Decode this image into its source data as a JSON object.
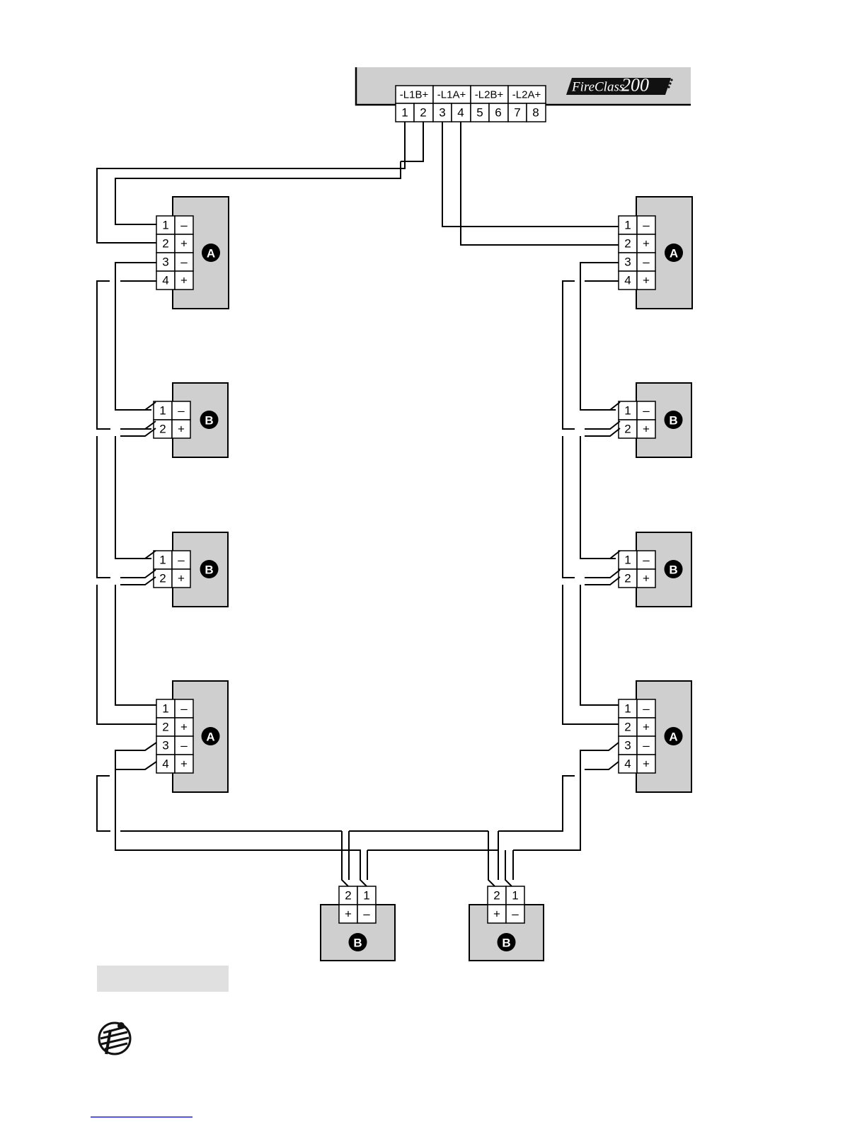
{
  "panel": {
    "brand_text": "FireClass",
    "brand_model": "200",
    "groups": [
      "-L1B+",
      "-L1A+",
      "-L2B+",
      "-L2A+"
    ],
    "terminals": [
      "1",
      "2",
      "3",
      "4",
      "5",
      "6",
      "7",
      "8"
    ]
  },
  "device_a": {
    "letter": "A",
    "terminals": [
      "1",
      "2",
      "3",
      "4"
    ],
    "polarities": [
      "–",
      "+",
      "–",
      "+"
    ]
  },
  "device_b": {
    "letter": "B",
    "terminals": [
      "1",
      "2"
    ],
    "polarities": [
      "–",
      "+"
    ]
  },
  "bottom_device": {
    "letter": "B",
    "terminals": [
      "2",
      "1"
    ],
    "polarities": [
      "+",
      "–"
    ]
  },
  "colors": {
    "box_fill": "#cfcfcf",
    "label_bar": "#e0e0e0",
    "footer_link": "#1a1aff"
  },
  "logo_icon": "company-logo-icon"
}
